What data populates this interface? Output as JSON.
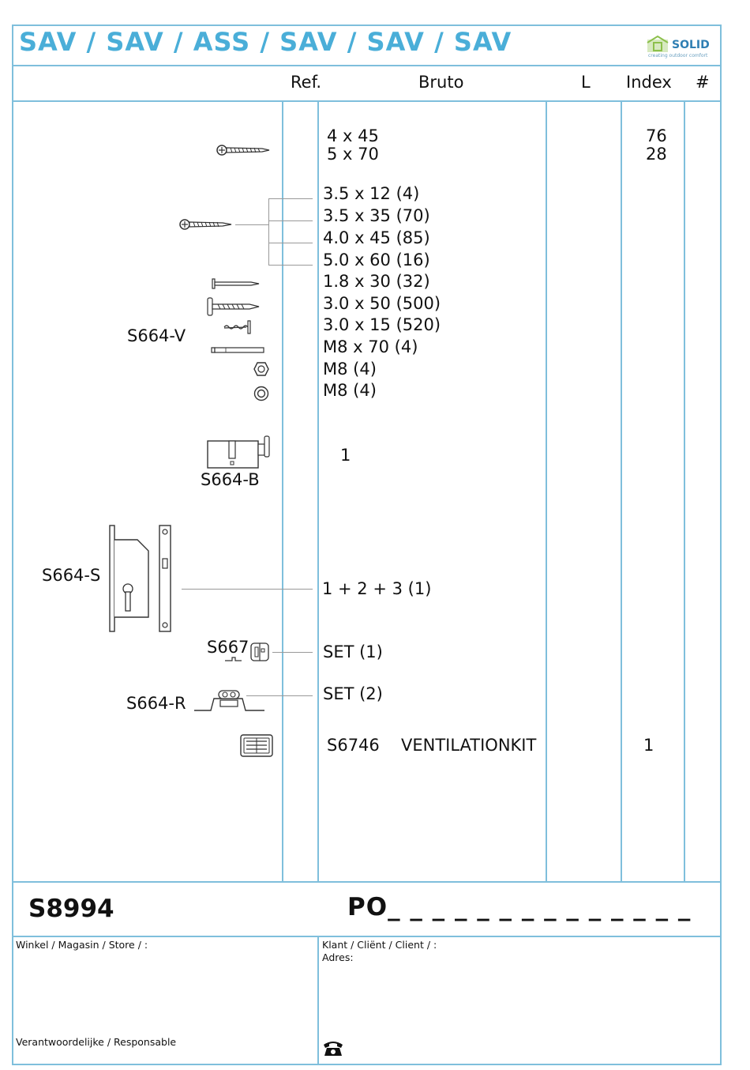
{
  "header": {
    "title": "SAV / SAV / ASS / SAV / SAV / SAV",
    "logo_text": "SOLID",
    "logo_tagline": "creating outdoor comfort"
  },
  "columns": {
    "ref": "Ref.",
    "bruto": "Bruto",
    "l": "L",
    "index": "Index",
    "hash": "#"
  },
  "screws_top": {
    "sizes": [
      "4 x 45",
      "5 x 70"
    ],
    "index": [
      "76",
      "28"
    ]
  },
  "parts_list": [
    "3.5 x 12 (4)",
    "3.5 x 35 (70)",
    "4.0 x 45 (85)",
    "5.0 x 60 (16)",
    "1.8 x 30 (32)",
    "3.0 x 50 (500)",
    "3.0 x 15 (520)",
    "M8 x 70 (4)",
    "M8 (4)",
    "M8 (4)"
  ],
  "kits": {
    "s664v_label": "S664-V",
    "s664b_label": "S664-B",
    "s664b_qty": "1",
    "s664s_label": "S664-S",
    "s664s_qty": "1 + 2 + 3 (1)",
    "s667_label": "S667",
    "s667_qty": "SET (1)",
    "s664r_label": "S664-R",
    "s664r_qty": "SET (2)",
    "vent_ref": "S6746",
    "vent_name": "VENTILATIONKIT",
    "vent_index": "1"
  },
  "footer": {
    "product_code": "S8994",
    "po_label": "PO_ _ _ _ _ _ _ _ _ _ _ _ _ _",
    "store_label": "Winkel / Magasin / Store /  :",
    "client_label": "Klant / Cliënt / Client /  :",
    "address_label": "Adres:",
    "responsible_label": "Verantwoordelijke / Responsable",
    "phone_icon": "phone-icon"
  },
  "colors": {
    "accent": "#4aaed8",
    "rules": "#7fbfdc",
    "logo_green": "#8cc04b"
  }
}
